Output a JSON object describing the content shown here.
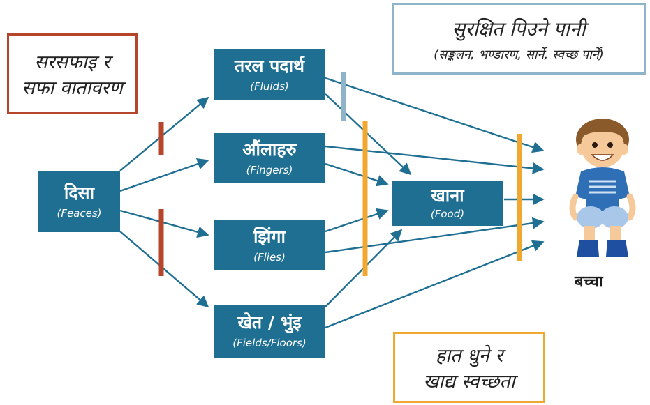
{
  "notes": {
    "sanitation": {
      "line1": "सरसफाइ र",
      "line2": "सफा वातावरण"
    },
    "water": {
      "line1": "सुरक्षित पिउने पानी",
      "line2": "(सङ्कलन, भण्डारण, सार्ने, स्वच्छ पार्ने)"
    },
    "hygiene": {
      "line1": "हात धुने र",
      "line2": "खाद्य स्वच्छता"
    }
  },
  "nodes": {
    "feces": {
      "main": "दिसा",
      "sub": "(Feaces)"
    },
    "fluids": {
      "main": "तरल पदार्थ",
      "sub": "(Fluids)"
    },
    "fingers": {
      "main": "औंलाहरु",
      "sub": "(Fingers)"
    },
    "flies": {
      "main": "झिंगा",
      "sub": "(Flies)"
    },
    "fields": {
      "main": "खेत / भुंइ",
      "sub": "(Fields/Floors)"
    },
    "food": {
      "main": "खाना",
      "sub": "(Food)"
    }
  },
  "child": {
    "label": "बच्चा"
  },
  "colors": {
    "box": "#1f6f93",
    "arrow": "#1f6f93",
    "barRed": "#b5462b",
    "barOrange": "#f0a830",
    "barBlue": "#8fb3c9",
    "sanitationBorder": "#b5462b",
    "waterBorder": "#8fb3c9",
    "hygieneBorder": "#f0a830"
  }
}
